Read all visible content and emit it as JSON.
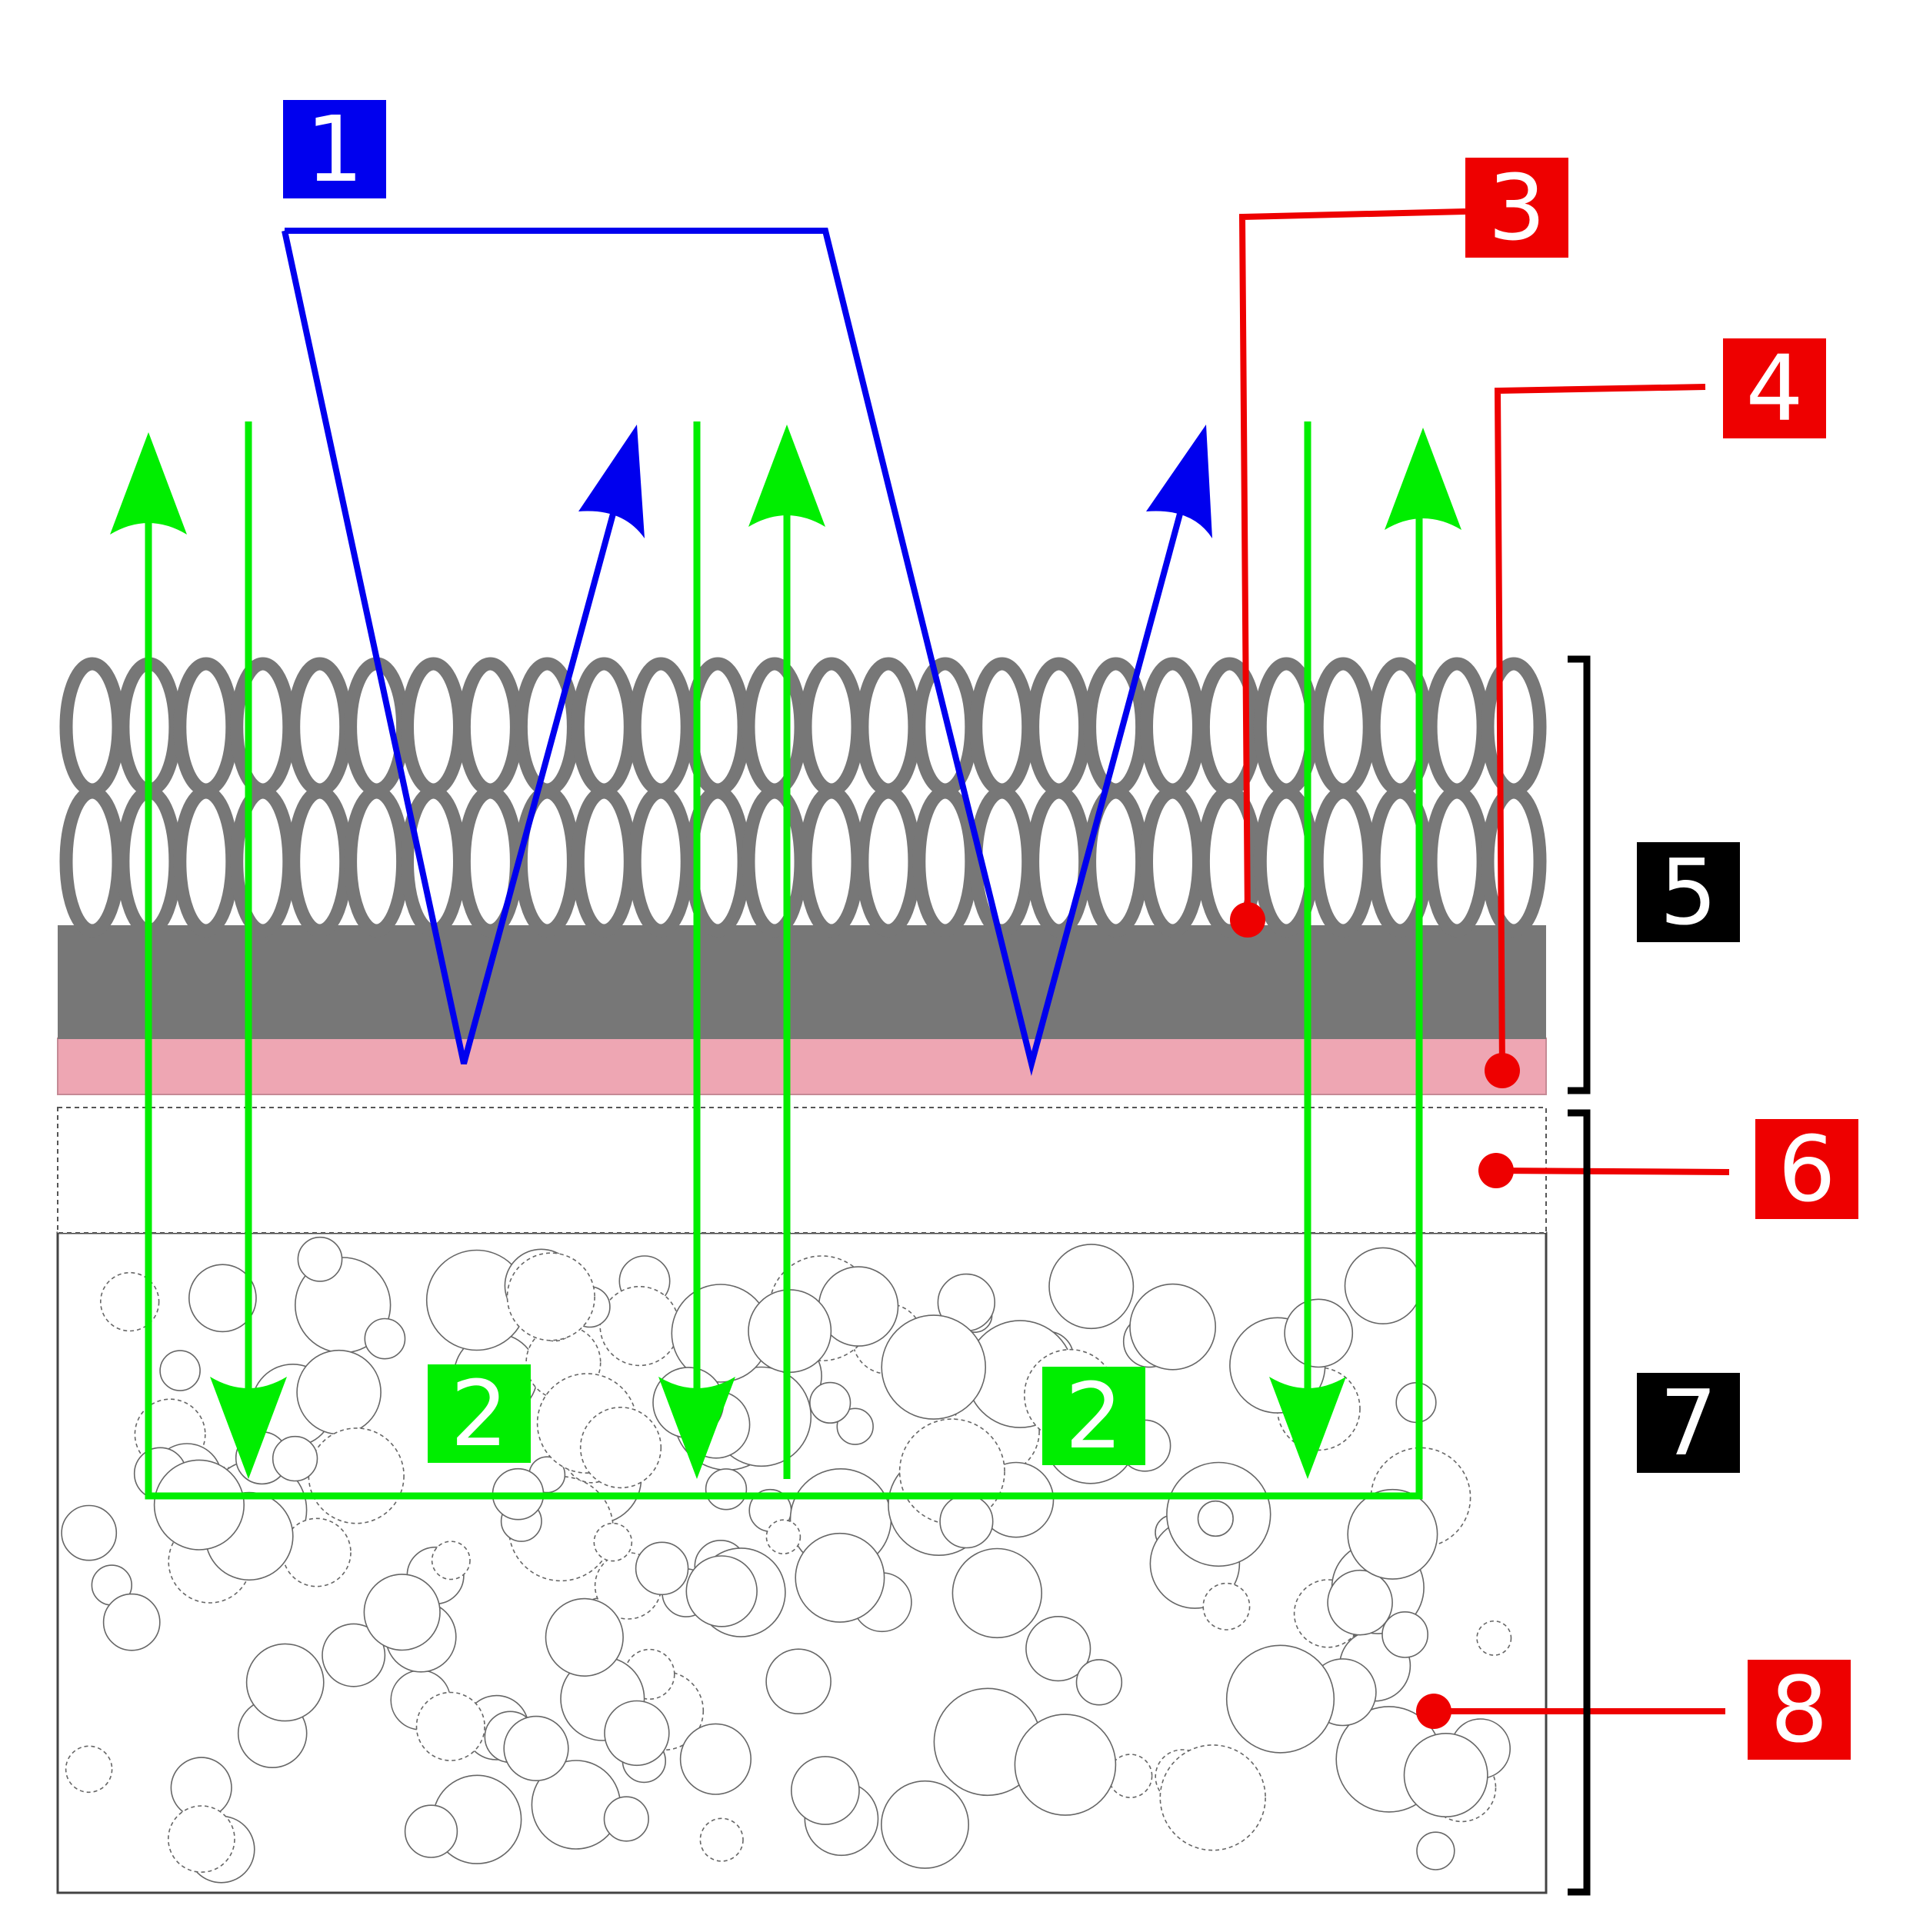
{
  "labels": {
    "l1": "1",
    "l2a": "2",
    "l2b": "2",
    "l3": "3",
    "l4": "4",
    "l5": "5",
    "l6": "6",
    "l7": "7",
    "l8": "8"
  },
  "colors": {
    "blue": "#0000ee",
    "green": "#00ee00",
    "red": "#ee0000",
    "black": "#000000",
    "fiber": "#777777",
    "backing": "#777777",
    "pink": "#eea6b3"
  }
}
